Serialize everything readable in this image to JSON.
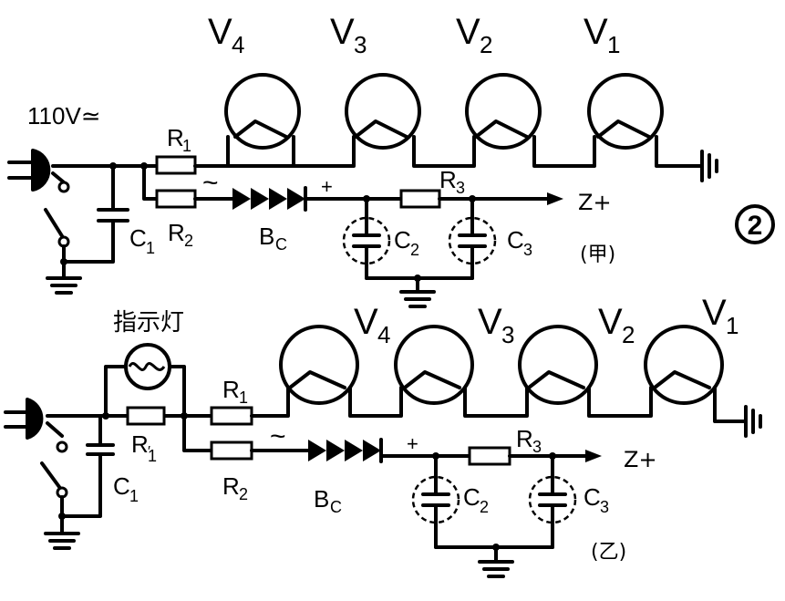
{
  "figure_number": "2",
  "top": {
    "supply": "110V≃",
    "tubes": [
      {
        "base": "V",
        "sub": "4"
      },
      {
        "base": "V",
        "sub": "3"
      },
      {
        "base": "V",
        "sub": "2"
      },
      {
        "base": "V",
        "sub": "1"
      }
    ],
    "r1": {
      "base": "R",
      "sub": "1"
    },
    "r2": {
      "base": "R",
      "sub": "2"
    },
    "r3": {
      "base": "R",
      "sub": "3"
    },
    "c1": {
      "base": "C",
      "sub": "1"
    },
    "c2": {
      "base": "C",
      "sub": "2"
    },
    "c3": {
      "base": "C",
      "sub": "3"
    },
    "rectifier": {
      "base": "B",
      "sub": "C"
    },
    "ac_symbol": "~",
    "plus": "+",
    "output": "Z+",
    "caption": "(甲)"
  },
  "bottom": {
    "lamp_label": "指示灯",
    "tubes": [
      {
        "base": "V",
        "sub": "4"
      },
      {
        "base": "V",
        "sub": "3"
      },
      {
        "base": "V",
        "sub": "2"
      },
      {
        "base": "V",
        "sub": "1"
      }
    ],
    "r1_prime": {
      "base": "R",
      "sub": "1"
    },
    "r1": {
      "base": "R",
      "sub": "1"
    },
    "r2": {
      "base": "R",
      "sub": "2"
    },
    "r3": {
      "base": "R",
      "sub": "3"
    },
    "c1": {
      "base": "C",
      "sub": "1"
    },
    "c2": {
      "base": "C",
      "sub": "2"
    },
    "c3": {
      "base": "C",
      "sub": "3"
    },
    "rectifier": {
      "base": "B",
      "sub": "C"
    },
    "ac_symbol": "~",
    "plus": "+",
    "output": "Z+",
    "caption": "(乙)"
  }
}
